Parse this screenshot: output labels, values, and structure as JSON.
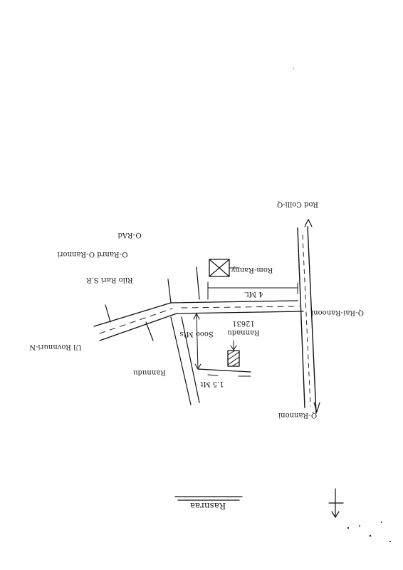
{
  "labels": {
    "top_right_road": "Rod Colli-Q",
    "bottom_right_road": "Q-Rannoni",
    "mid_right_road": "Q-Rai-Ranooni",
    "top_left_1": "O-RAd",
    "top_left_2": "O-Ranrd O-Rannori",
    "top_left_3": "Rilo Rari S.R",
    "left_road": "Ul Rovnnuri-N",
    "square_box": "Rom-Ranny",
    "dist_top": "4 Mt.",
    "survey_no_label": "Rannadu",
    "survey_no": "12631",
    "dist_mid": "Sooo Mts",
    "bottom_left": "Rannudu",
    "dist_bottom": "1.5 Mt",
    "signature": "Rasnraa"
  },
  "colors": {
    "ink": "#111111",
    "paper": "#ffffff"
  }
}
